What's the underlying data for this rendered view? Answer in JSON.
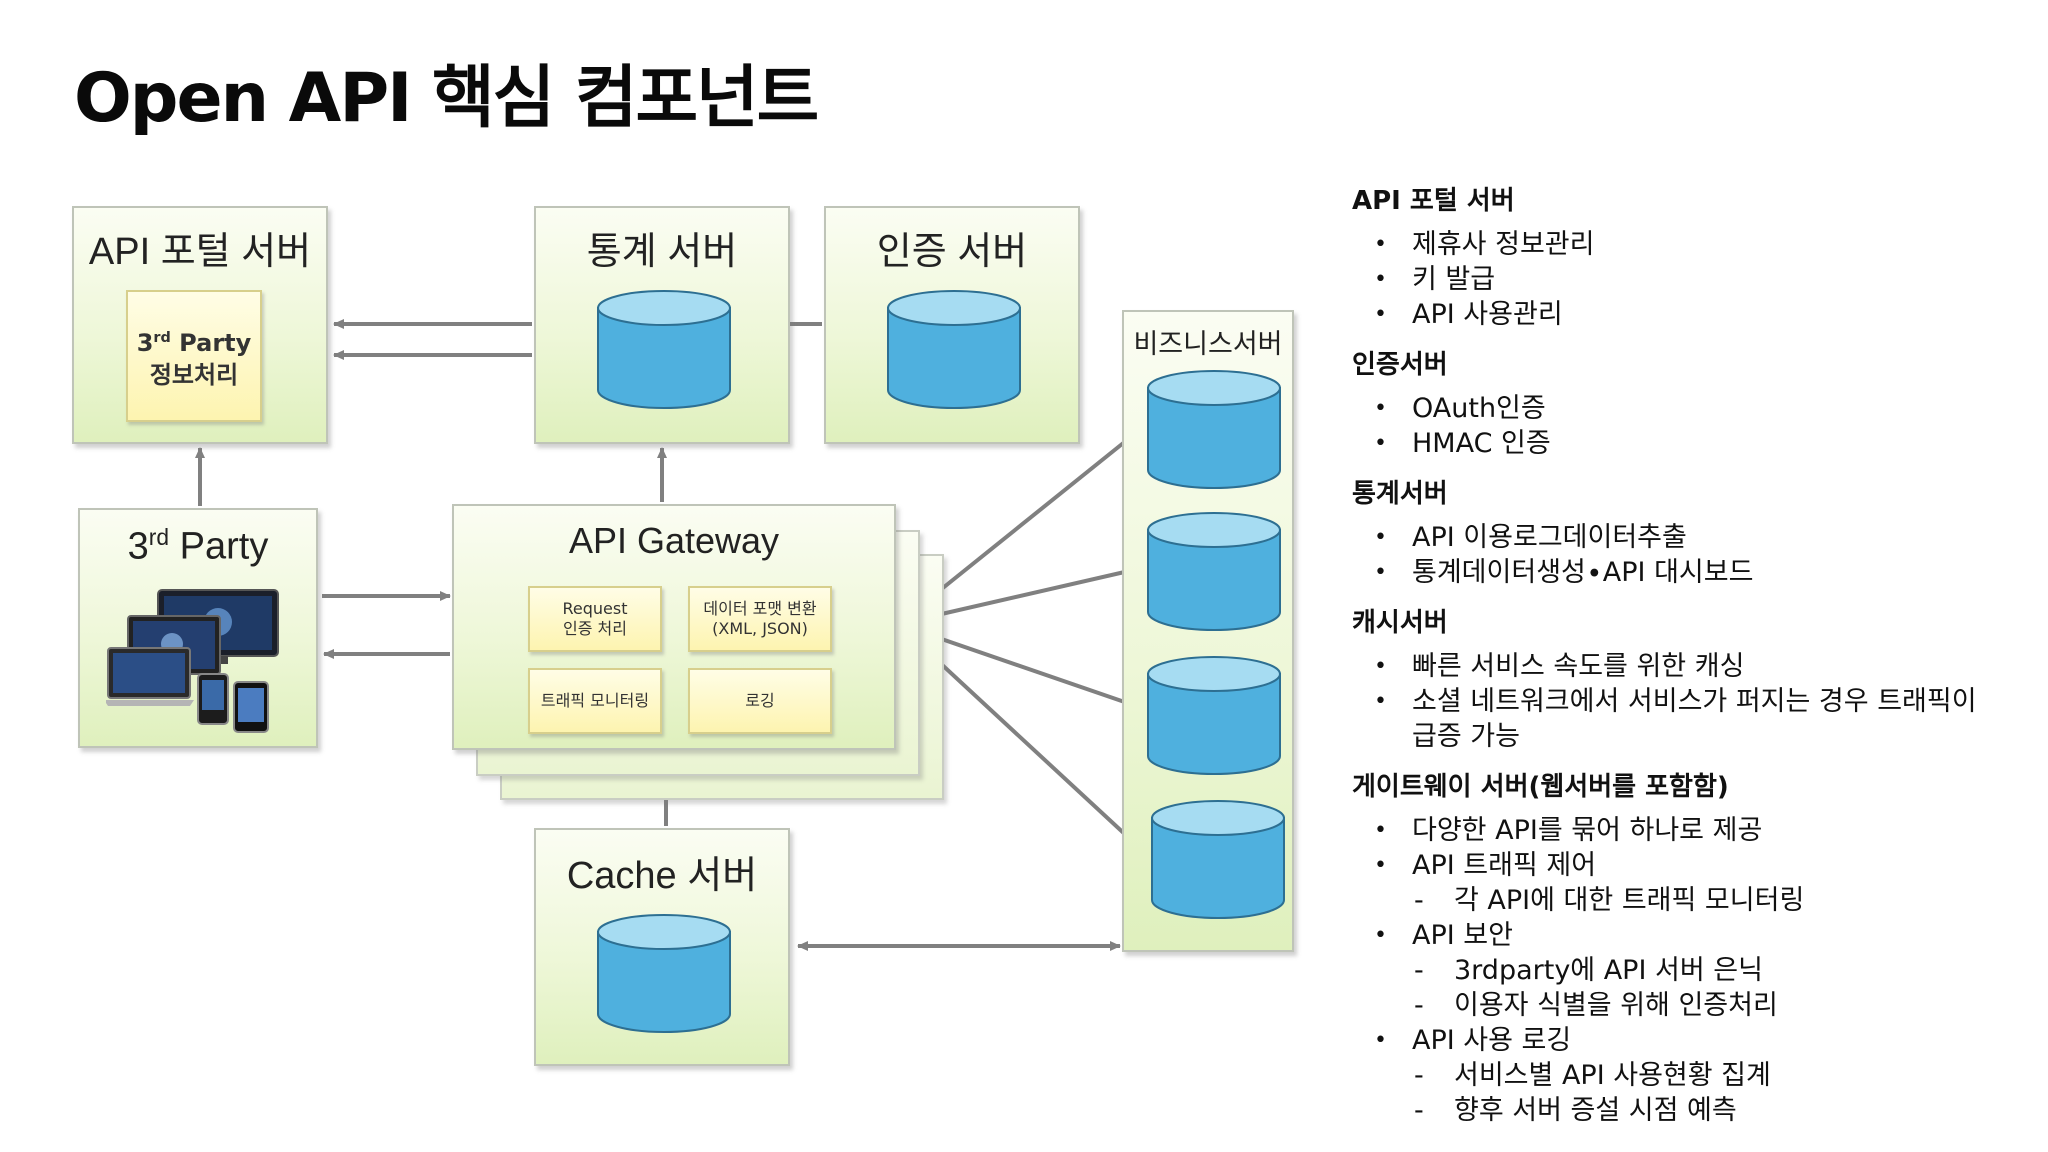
{
  "title": "Open API 핵심 컴포넌트",
  "diagram": {
    "portal": {
      "title": "API 포털 서버",
      "inner_sup": "rd",
      "inner_pre": "3",
      "inner_post": " Party",
      "inner_line2": "정보처리"
    },
    "stats": {
      "title": "통계 서버"
    },
    "auth": {
      "title": "인증 서버"
    },
    "business": {
      "title": "비즈니스서버"
    },
    "third_party": {
      "pre": "3",
      "sup": "rd",
      "post": " Party"
    },
    "gateway": {
      "title": "API Gateway",
      "modules": [
        "Request\n인증 처리",
        "데이터 포맷 변환\n(XML, JSON)",
        "트래픽 모니터링",
        "로깅"
      ]
    },
    "cache": {
      "title": "Cache 서버"
    },
    "colors": {
      "cylinder": "#5bb8e3",
      "cylinder_top": "#a9ddf3",
      "arrow": "#808080"
    }
  },
  "panel": {
    "sections": [
      {
        "title": "API 포털 서버",
        "items": [
          {
            "text": "제휴사 정보관리"
          },
          {
            "text": "키 발급"
          },
          {
            "text": "API 사용관리"
          }
        ]
      },
      {
        "title": "인증서버",
        "items": [
          {
            "text": "OAuth인증"
          },
          {
            "text": "HMAC 인증"
          }
        ]
      },
      {
        "title": "통계서버",
        "items": [
          {
            "text": "API 이용로그데이터추출"
          },
          {
            "text": "통계데이터생성∙API 대시보드"
          }
        ]
      },
      {
        "title": "캐시서버",
        "items": [
          {
            "text": "빠른 서비스 속도를 위한 캐싱"
          },
          {
            "text": "소셜 네트워크에서 서비스가 퍼지는 경우 트래픽이 급증 가능"
          }
        ]
      },
      {
        "title": "게이트웨이 서버(웹서버를 포함함)",
        "items": [
          {
            "text": "다양한 API를 묶어 하나로 제공"
          },
          {
            "text": "API 트래픽 제어",
            "sub": [
              "각 API에 대한 트래픽 모니터링"
            ]
          },
          {
            "text": "API 보안",
            "sub": [
              "3rdparty에 API 서버 은닉",
              "이용자 식별을 위해 인증처리"
            ]
          },
          {
            "text": "API 사용 로깅",
            "sub": [
              "서비스별 API 사용현황 집계",
              "향후 서버 증설 시점 예측"
            ]
          }
        ]
      }
    ]
  }
}
